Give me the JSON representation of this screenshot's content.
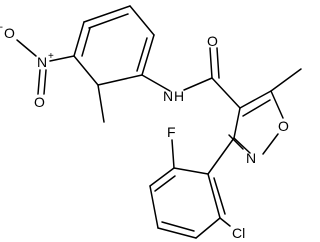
{
  "molecule": {
    "atom_labels": {
      "oxide_oxygen": "O",
      "nitro_oxygen": "O",
      "nitro_nitrogen": "N",
      "nitro_charge_plus": "+",
      "nitro_charge_minus": "-",
      "amide_nitrogen": "N",
      "amide_hydrogen": "H",
      "carbonyl_oxygen": "O",
      "ring_nitrogen": "N",
      "ring_oxygen": "O",
      "fluorine": "F",
      "chlorine": "Cl"
    },
    "colors": {
      "bond": "#000000",
      "text": "#000000",
      "background": "#ffffff"
    }
  }
}
